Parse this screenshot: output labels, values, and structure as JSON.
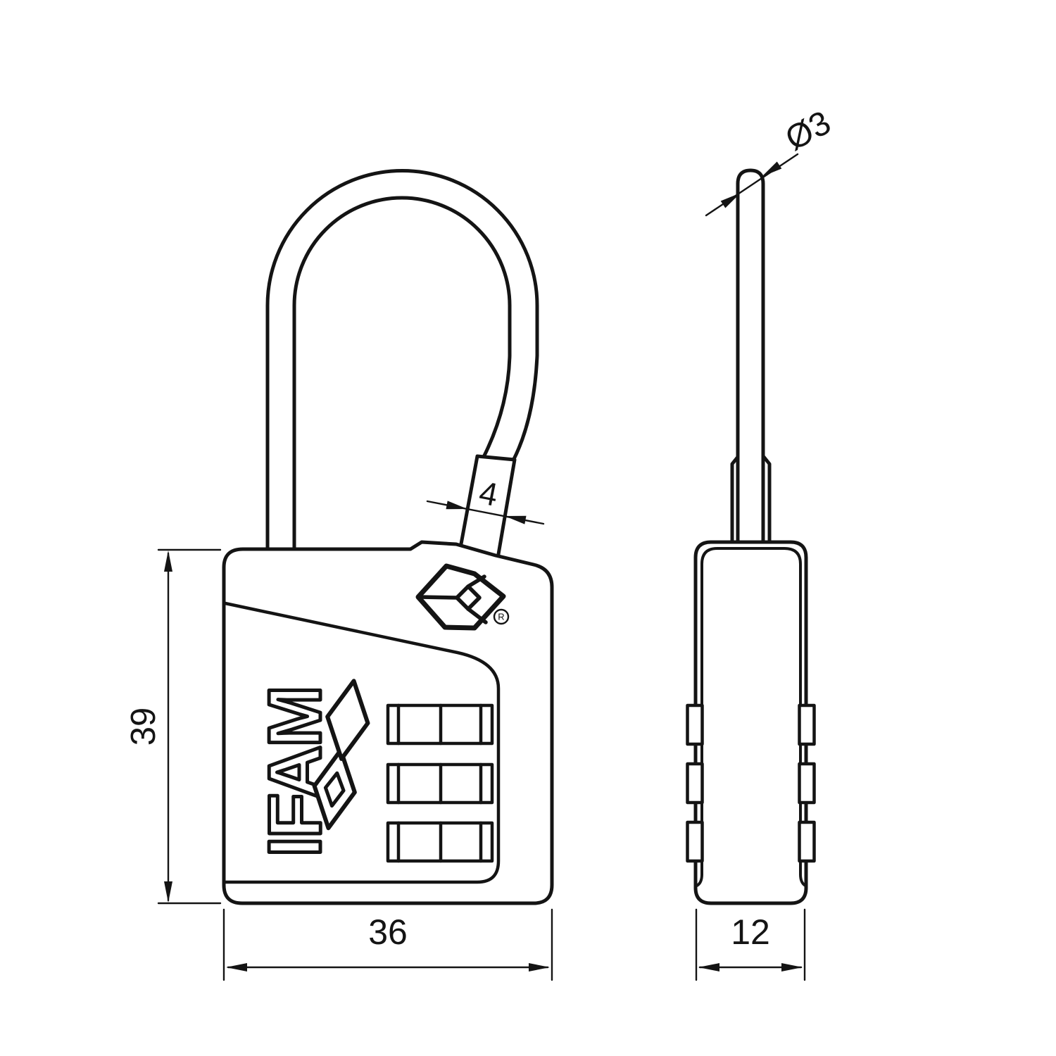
{
  "drawing": {
    "background": "#ffffff",
    "line_color": "#141414",
    "brand": {
      "wordmark": "IFAM",
      "registered": "R"
    },
    "front_view": {
      "dim_height": "39",
      "dim_width": "36",
      "dim_sleeve": "4"
    },
    "side_view": {
      "dim_depth": "12",
      "dim_cable": "Ø3"
    }
  }
}
